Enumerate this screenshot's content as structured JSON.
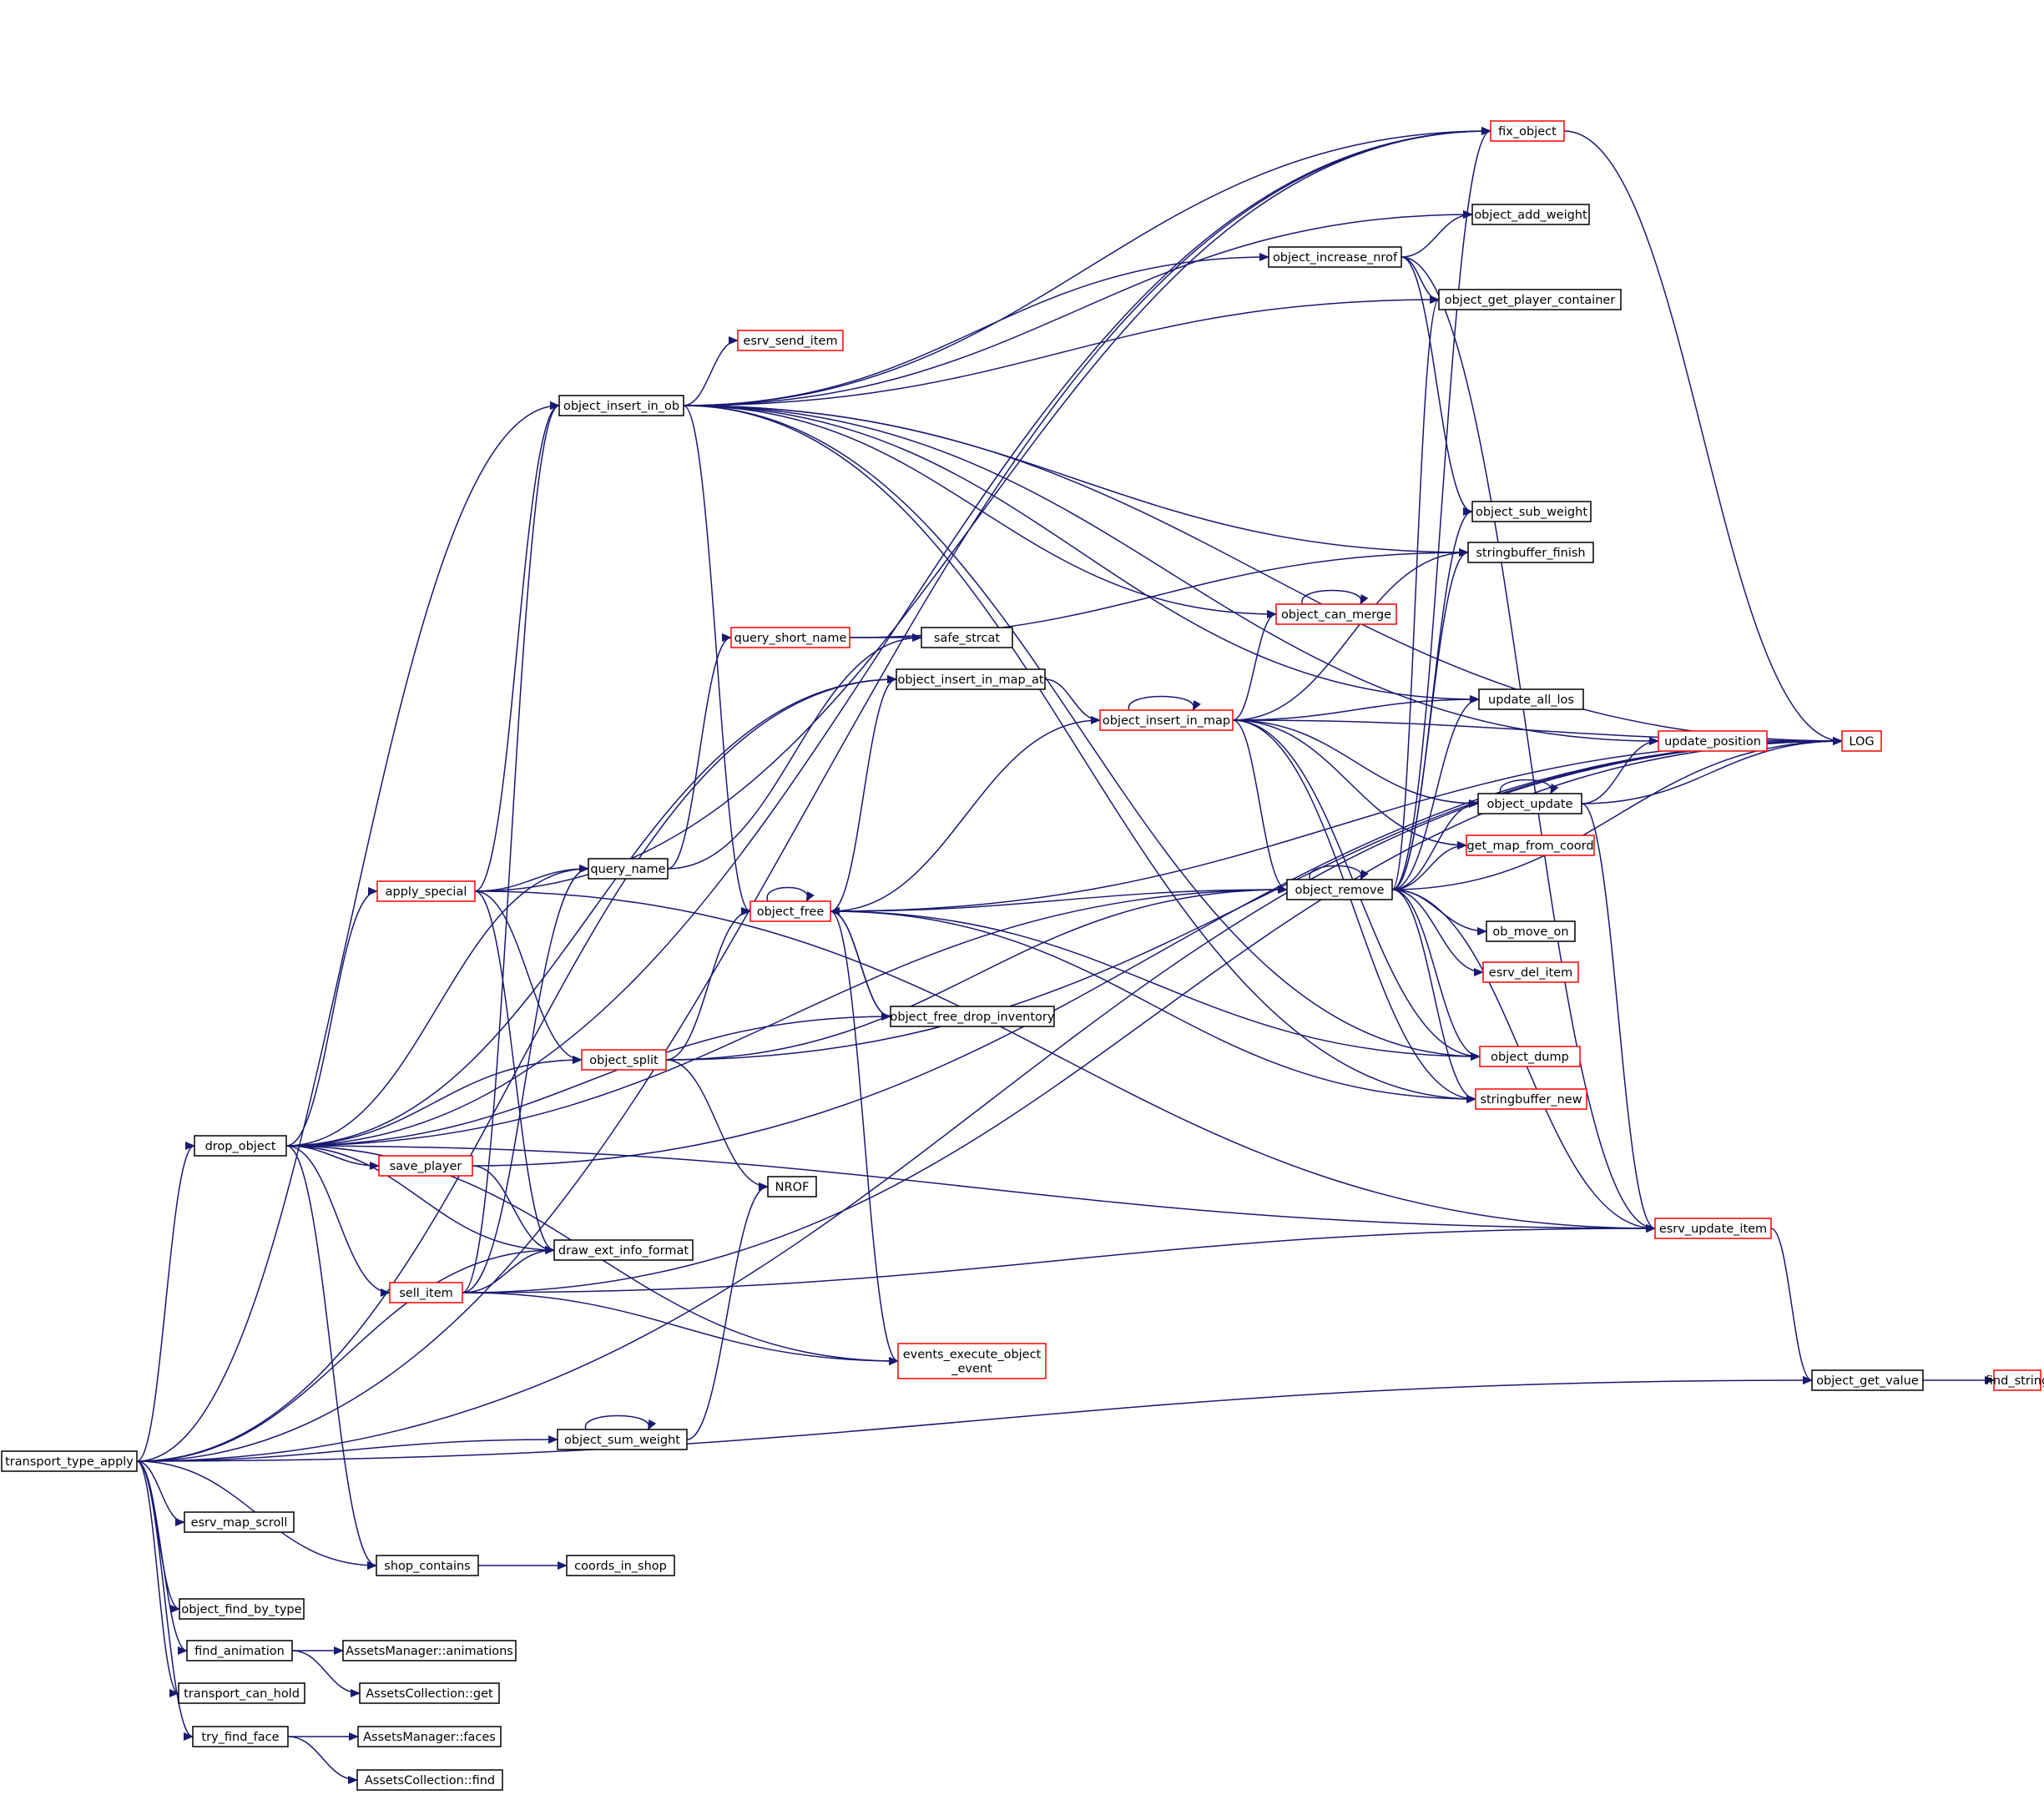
{
  "graph": {
    "colors": {
      "edge": "#191970",
      "normal_border": "#000000",
      "truncated_border": "#ff0000",
      "root_fill": "#bfbfbf",
      "background": "#ffffff"
    },
    "nodes": [
      {
        "id": "transport_type_apply",
        "label": "transport_type_apply",
        "style": "root"
      },
      {
        "id": "drop_object",
        "label": "drop_object",
        "style": "normal"
      },
      {
        "id": "esrv_map_scroll",
        "label": "esrv_map_scroll",
        "style": "normal"
      },
      {
        "id": "shop_contains",
        "label": "shop_contains",
        "style": "normal"
      },
      {
        "id": "object_find_by_type",
        "label": "object_find_by_type",
        "style": "normal"
      },
      {
        "id": "find_animation",
        "label": "find_animation",
        "style": "normal"
      },
      {
        "id": "transport_can_hold",
        "label": "transport_can_hold",
        "style": "normal"
      },
      {
        "id": "try_find_face",
        "label": "try_find_face",
        "style": "normal"
      },
      {
        "id": "apply_special",
        "label": "apply_special",
        "style": "truncated"
      },
      {
        "id": "save_player",
        "label": "save_player",
        "style": "truncated"
      },
      {
        "id": "sell_item",
        "label": "sell_item",
        "style": "truncated"
      },
      {
        "id": "object_insert_in_ob",
        "label": "object_insert_in_ob",
        "style": "normal"
      },
      {
        "id": "query_name",
        "label": "query_name",
        "style": "normal"
      },
      {
        "id": "draw_ext_info_format",
        "label": "draw_ext_info_format",
        "style": "normal"
      },
      {
        "id": "object_sum_weight",
        "label": "object_sum_weight",
        "style": "normal"
      },
      {
        "id": "coords_in_shop",
        "label": "coords_in_shop",
        "style": "normal"
      },
      {
        "id": "AssetsManager_animations",
        "label": "AssetsManager::animations",
        "style": "normal"
      },
      {
        "id": "AssetsCollection_get",
        "label": "AssetsCollection::get",
        "style": "normal"
      },
      {
        "id": "AssetsManager_faces",
        "label": "AssetsManager::faces",
        "style": "normal"
      },
      {
        "id": "AssetsCollection_find",
        "label": "AssetsCollection::find",
        "style": "normal"
      },
      {
        "id": "esrv_send_item",
        "label": "esrv_send_item",
        "style": "truncated"
      },
      {
        "id": "query_short_name",
        "label": "query_short_name",
        "style": "truncated"
      },
      {
        "id": "object_free",
        "label": "object_free",
        "style": "truncated"
      },
      {
        "id": "object_split",
        "label": "object_split",
        "style": "truncated"
      },
      {
        "id": "NROF",
        "label": "NROF",
        "style": "normal"
      },
      {
        "id": "events_execute_object_event",
        "label": "events_execute_object\n_event",
        "style": "truncated"
      },
      {
        "id": "safe_strcat",
        "label": "safe_strcat",
        "style": "normal"
      },
      {
        "id": "object_insert_in_map_at",
        "label": "object_insert_in_map_at",
        "style": "normal"
      },
      {
        "id": "object_free_drop_inventory",
        "label": "object_free_drop_inventory",
        "style": "normal"
      },
      {
        "id": "object_insert_in_map",
        "label": "object_insert_in_map",
        "style": "truncated"
      },
      {
        "id": "object_increase_nrof",
        "label": "object_increase_nrof",
        "style": "normal"
      },
      {
        "id": "object_can_merge",
        "label": "object_can_merge",
        "style": "truncated"
      },
      {
        "id": "object_remove",
        "label": "object_remove",
        "style": "normal"
      },
      {
        "id": "fix_object",
        "label": "fix_object",
        "style": "truncated"
      },
      {
        "id": "object_add_weight",
        "label": "object_add_weight",
        "style": "normal"
      },
      {
        "id": "object_get_player_container",
        "label": "object_get_player_container",
        "style": "normal"
      },
      {
        "id": "object_sub_weight",
        "label": "object_sub_weight",
        "style": "normal"
      },
      {
        "id": "stringbuffer_finish",
        "label": "stringbuffer_finish",
        "style": "normal"
      },
      {
        "id": "update_all_los",
        "label": "update_all_los",
        "style": "normal"
      },
      {
        "id": "object_update",
        "label": "object_update",
        "style": "normal"
      },
      {
        "id": "get_map_from_coord",
        "label": "get_map_from_coord",
        "style": "truncated"
      },
      {
        "id": "ob_move_on",
        "label": "ob_move_on",
        "style": "normal"
      },
      {
        "id": "esrv_del_item",
        "label": "esrv_del_item",
        "style": "truncated"
      },
      {
        "id": "object_dump",
        "label": "object_dump",
        "style": "truncated"
      },
      {
        "id": "stringbuffer_new",
        "label": "stringbuffer_new",
        "style": "truncated"
      },
      {
        "id": "esrv_update_item",
        "label": "esrv_update_item",
        "style": "truncated"
      },
      {
        "id": "update_position",
        "label": "update_position",
        "style": "truncated"
      },
      {
        "id": "LOG",
        "label": "LOG",
        "style": "truncated"
      },
      {
        "id": "object_get_value",
        "label": "object_get_value",
        "style": "normal"
      },
      {
        "id": "find_string",
        "label": "find_string",
        "style": "truncated"
      }
    ],
    "edges": [
      [
        "transport_type_apply",
        "drop_object"
      ],
      [
        "transport_type_apply",
        "esrv_map_scroll"
      ],
      [
        "transport_type_apply",
        "shop_contains"
      ],
      [
        "transport_type_apply",
        "object_find_by_type"
      ],
      [
        "transport_type_apply",
        "find_animation"
      ],
      [
        "transport_type_apply",
        "transport_can_hold"
      ],
      [
        "transport_type_apply",
        "try_find_face"
      ],
      [
        "transport_type_apply",
        "object_insert_in_ob"
      ],
      [
        "transport_type_apply",
        "object_insert_in_map_at"
      ],
      [
        "transport_type_apply",
        "draw_ext_info_format"
      ],
      [
        "transport_type_apply",
        "object_sum_weight"
      ],
      [
        "transport_type_apply",
        "fix_object"
      ],
      [
        "transport_type_apply",
        "LOG"
      ],
      [
        "transport_type_apply",
        "object_get_value"
      ],
      [
        "drop_object",
        "apply_special"
      ],
      [
        "drop_object",
        "query_name"
      ],
      [
        "drop_object",
        "object_split"
      ],
      [
        "drop_object",
        "save_player"
      ],
      [
        "drop_object",
        "sell_item"
      ],
      [
        "drop_object",
        "draw_ext_info_format"
      ],
      [
        "drop_object",
        "object_free_drop_inventory"
      ],
      [
        "drop_object",
        "object_insert_in_map_at"
      ],
      [
        "drop_object",
        "object_remove"
      ],
      [
        "drop_object",
        "esrv_update_item"
      ],
      [
        "drop_object",
        "events_execute_object_event"
      ],
      [
        "drop_object",
        "shop_contains"
      ],
      [
        "drop_object",
        "fix_object"
      ],
      [
        "shop_contains",
        "coords_in_shop"
      ],
      [
        "find_animation",
        "AssetsManager_animations"
      ],
      [
        "find_animation",
        "AssetsCollection_get"
      ],
      [
        "try_find_face",
        "AssetsManager_faces"
      ],
      [
        "try_find_face",
        "AssetsCollection_find"
      ],
      [
        "apply_special",
        "object_insert_in_ob"
      ],
      [
        "apply_special",
        "query_name"
      ],
      [
        "apply_special",
        "object_split"
      ],
      [
        "apply_special",
        "draw_ext_info_format"
      ],
      [
        "apply_special",
        "esrv_update_item"
      ],
      [
        "apply_special",
        "fix_object"
      ],
      [
        "save_player",
        "draw_ext_info_format"
      ],
      [
        "save_player",
        "LOG"
      ],
      [
        "sell_item",
        "object_insert_in_ob"
      ],
      [
        "sell_item",
        "query_name"
      ],
      [
        "sell_item",
        "draw_ext_info_format"
      ],
      [
        "sell_item",
        "events_execute_object_event"
      ],
      [
        "sell_item",
        "esrv_update_item"
      ],
      [
        "sell_item",
        "LOG"
      ],
      [
        "object_sum_weight",
        "object_sum_weight"
      ],
      [
        "object_sum_weight",
        "NROF"
      ],
      [
        "query_name",
        "query_short_name"
      ],
      [
        "query_name",
        "safe_strcat"
      ],
      [
        "query_short_name",
        "safe_strcat"
      ],
      [
        "query_short_name",
        "stringbuffer_finish"
      ],
      [
        "object_split",
        "object_free"
      ],
      [
        "object_split",
        "NROF"
      ],
      [
        "object_split",
        "object_remove"
      ],
      [
        "object_split",
        "LOG"
      ],
      [
        "object_insert_in_ob",
        "fix_object"
      ],
      [
        "object_insert_in_ob",
        "object_add_weight"
      ],
      [
        "object_insert_in_ob",
        "object_increase_nrof"
      ],
      [
        "object_insert_in_ob",
        "object_get_player_container"
      ],
      [
        "object_insert_in_ob",
        "esrv_send_item"
      ],
      [
        "object_insert_in_ob",
        "object_free"
      ],
      [
        "object_insert_in_ob",
        "object_can_merge"
      ],
      [
        "object_insert_in_ob",
        "update_all_los"
      ],
      [
        "object_insert_in_ob",
        "update_position"
      ],
      [
        "object_insert_in_ob",
        "stringbuffer_finish"
      ],
      [
        "object_insert_in_ob",
        "object_dump"
      ],
      [
        "object_insert_in_ob",
        "stringbuffer_new"
      ],
      [
        "object_insert_in_ob",
        "LOG"
      ],
      [
        "object_free",
        "object_free"
      ],
      [
        "object_free",
        "object_free_drop_inventory"
      ],
      [
        "object_free",
        "events_execute_object_event"
      ],
      [
        "object_free",
        "object_remove"
      ],
      [
        "object_free",
        "object_insert_in_map_at"
      ],
      [
        "object_free",
        "object_dump"
      ],
      [
        "object_free",
        "stringbuffer_new"
      ],
      [
        "object_free",
        "LOG"
      ],
      [
        "object_free_drop_inventory",
        "object_free"
      ],
      [
        "object_insert_in_map_at",
        "object_insert_in_map"
      ],
      [
        "object_insert_in_map",
        "object_insert_in_map"
      ],
      [
        "object_insert_in_map",
        "object_can_merge"
      ],
      [
        "object_insert_in_map",
        "object_free"
      ],
      [
        "object_insert_in_map",
        "object_remove"
      ],
      [
        "object_insert_in_map",
        "update_all_los"
      ],
      [
        "object_insert_in_map",
        "object_update"
      ],
      [
        "object_insert_in_map",
        "get_map_from_coord"
      ],
      [
        "object_insert_in_map",
        "object_dump"
      ],
      [
        "object_insert_in_map",
        "stringbuffer_new"
      ],
      [
        "object_insert_in_map",
        "stringbuffer_finish"
      ],
      [
        "object_insert_in_map",
        "LOG"
      ],
      [
        "object_can_merge",
        "object_can_merge"
      ],
      [
        "object_increase_nrof",
        "object_add_weight"
      ],
      [
        "object_increase_nrof",
        "object_get_player_container"
      ],
      [
        "object_increase_nrof",
        "object_sub_weight"
      ],
      [
        "object_increase_nrof",
        "esrv_update_item"
      ],
      [
        "object_remove",
        "object_remove"
      ],
      [
        "object_remove",
        "fix_object"
      ],
      [
        "object_remove",
        "object_get_player_container"
      ],
      [
        "object_remove",
        "object_sub_weight"
      ],
      [
        "object_remove",
        "stringbuffer_finish"
      ],
      [
        "object_remove",
        "update_all_los"
      ],
      [
        "object_remove",
        "object_update"
      ],
      [
        "object_remove",
        "get_map_from_coord"
      ],
      [
        "object_remove",
        "ob_move_on"
      ],
      [
        "object_remove",
        "esrv_del_item"
      ],
      [
        "object_remove",
        "object_dump"
      ],
      [
        "object_remove",
        "stringbuffer_new"
      ],
      [
        "object_remove",
        "esrv_update_item"
      ],
      [
        "object_remove",
        "LOG"
      ],
      [
        "object_update",
        "object_update"
      ],
      [
        "object_update",
        "update_position"
      ],
      [
        "object_update",
        "esrv_update_item"
      ],
      [
        "object_update",
        "LOG"
      ],
      [
        "update_position",
        "LOG"
      ],
      [
        "fix_object",
        "LOG"
      ],
      [
        "esrv_update_item",
        "object_get_value"
      ],
      [
        "object_get_value",
        "find_string"
      ]
    ]
  }
}
